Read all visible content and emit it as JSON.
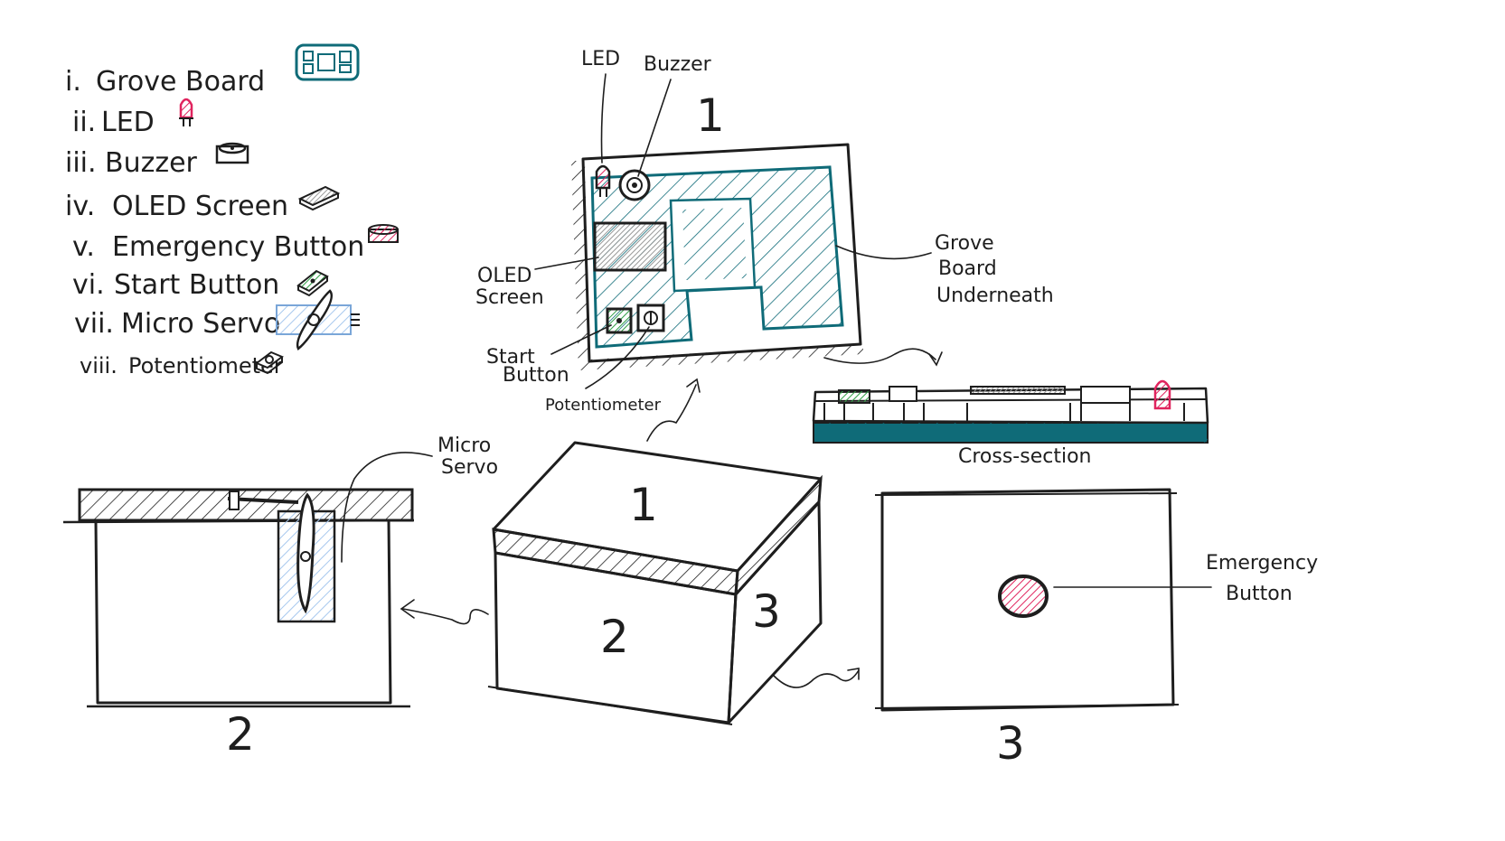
{
  "legend": {
    "items": [
      {
        "marker": "i.",
        "label": "Grove Board",
        "icon": "grove-board-icon"
      },
      {
        "marker": "ii.",
        "label": "LED",
        "icon": "led-icon"
      },
      {
        "marker": "iii.",
        "label": "Buzzer",
        "icon": "buzzer-icon"
      },
      {
        "marker": "iv.",
        "label": "OLED Screen",
        "icon": "oled-screen-icon"
      },
      {
        "marker": "v.",
        "label": "Emergency Button",
        "icon": "emergency-button-icon"
      },
      {
        "marker": "vi.",
        "label": "Start Button",
        "icon": "start-button-icon"
      },
      {
        "marker": "vii.",
        "label": "Micro Servo",
        "icon": "micro-servo-icon"
      },
      {
        "marker": "viii.",
        "label": "Potentiometer",
        "icon": "potentiometer-icon"
      }
    ]
  },
  "top_view": {
    "number": "1",
    "labels": {
      "led": "LED",
      "buzzer": "Buzzer",
      "oled_line1": "OLED",
      "oled_line2": "Screen",
      "start_line1": "Start",
      "start_line2": "Button",
      "potentiometer": "Potentiometer",
      "grove_line1": "Grove",
      "grove_line2": "Board",
      "grove_line3": "Underneath"
    }
  },
  "cross_section": {
    "label": "Cross-section"
  },
  "side_view_2": {
    "number": "2",
    "servo_line1": "Micro",
    "servo_line2": "Servo"
  },
  "box": {
    "face_top": "1",
    "face_front": "2",
    "face_side": "3"
  },
  "side_view_3": {
    "number": "3",
    "button_line1": "Emergency",
    "button_line2": "Button"
  },
  "colors": {
    "teal": "#0f6b78",
    "red": "#e0245e",
    "blue": "#a7c8ee",
    "green": "#2f9e44",
    "gray": "#999999",
    "ink": "#1e1e1e"
  }
}
